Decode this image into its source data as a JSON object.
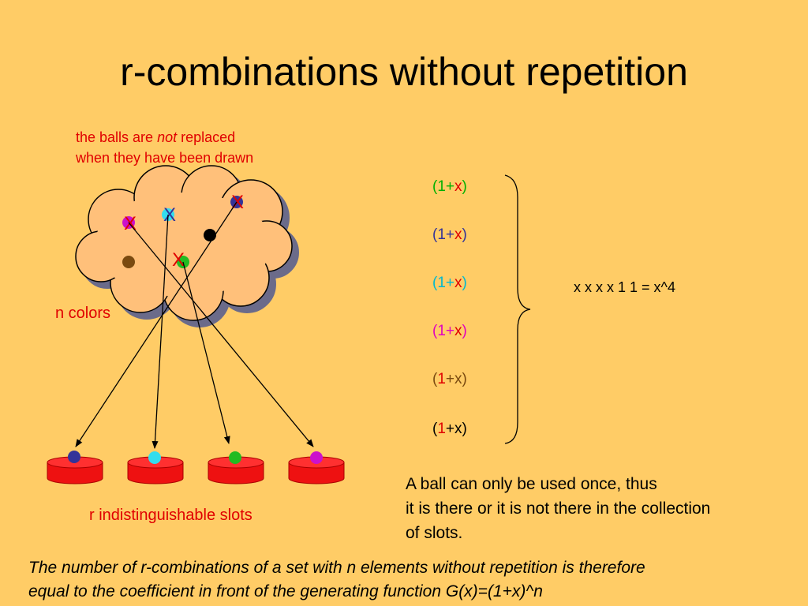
{
  "title": "r-combinations without repetition",
  "note": {
    "line1_pre": "the balls are ",
    "line1_em": "not",
    "line1_post": " replaced",
    "line2": "when they have been drawn"
  },
  "labels": {
    "n_colors": "n colors",
    "r_slots": "r indistinguishable slots"
  },
  "cross_mark": "X",
  "factors": [
    {
      "open": "(",
      "one": "1",
      "plus": "+",
      "x": "x",
      "close": ")",
      "color_one": "#00B000",
      "color_x": "#E00000",
      "color_paren": "#00B000"
    },
    {
      "open": "(",
      "one": "1",
      "plus": "+",
      "x": "x",
      "close": ")",
      "color_one": "#333399",
      "color_x": "#E00000",
      "color_paren": "#333399"
    },
    {
      "open": "(",
      "one": "1",
      "plus": "+",
      "x": "x",
      "close": ")",
      "color_one": "#00B8D0",
      "color_x": "#E00000",
      "color_paren": "#00B8D0"
    },
    {
      "open": "(",
      "one": "1",
      "plus": "+",
      "x": "x",
      "close": ")",
      "color_one": "#E000C0",
      "color_x": "#E00000",
      "color_paren": "#E000C0"
    },
    {
      "open": "(",
      "one": "1",
      "plus": "+",
      "x": "x",
      "close": ")",
      "color_one": "#E00000",
      "color_x": "#7A4A10",
      "color_paren": "#7A4A10"
    },
    {
      "open": "(",
      "one": "1",
      "plus": "+",
      "x": "x",
      "close": ")",
      "color_one": "#E00000",
      "color_x": "#000000",
      "color_paren": "#000000"
    }
  ],
  "equation": "x x x x 1 1 = x^4",
  "explanation": {
    "line1": "A ball can only be used once, thus",
    "line2": "it is there or it is not there in the collection",
    "line3": "of slots."
  },
  "footer": {
    "line1": "The number of r-combinations of a set with n elements without repetition is therefore",
    "line2": "equal to the coefficient in front of the generating function G(x)=(1+x)^n"
  },
  "colors": {
    "background": "#FFCC66",
    "cloud": "#FFC07A",
    "slot": "#EE1111",
    "accent_red": "#E00000",
    "ball_navy": "#333399",
    "ball_cyan": "#33DDEE",
    "ball_green": "#22BB22",
    "ball_magenta": "#CC11CC",
    "ball_black": "#000000",
    "ball_brown": "#7A4A10"
  }
}
